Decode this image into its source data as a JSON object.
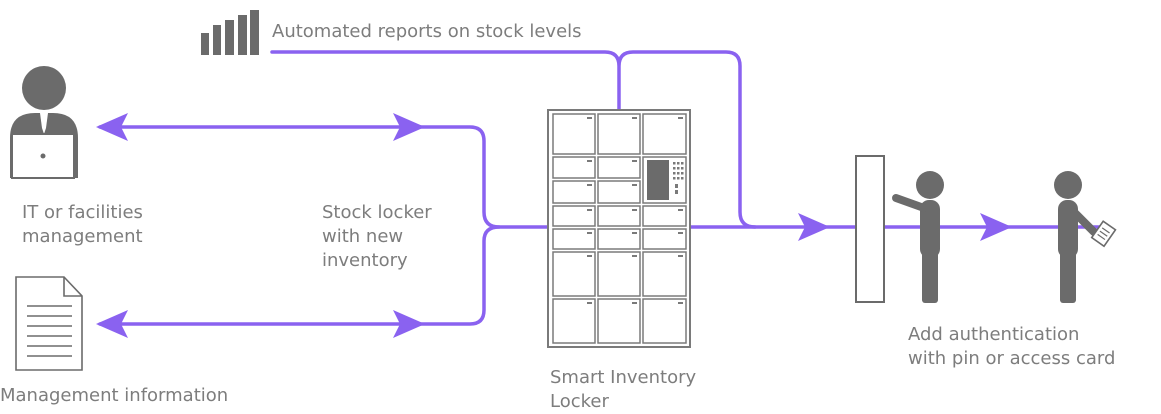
{
  "labels": {
    "reports": "Automated reports on stock levels",
    "it_mgmt": "IT or facilities\nmanagement",
    "stock_locker": "Stock locker\nwith new\ninventory",
    "management_info": "Management information",
    "smart_locker": "Smart Inventory\nLocker",
    "authentication": "Add authentication\nwith pin or access card"
  },
  "icons": {
    "reports": "bar-chart-icon",
    "it_mgmt": "person-with-laptop-icon",
    "management_info": "document-icon",
    "smart_locker": "locker-icon",
    "gate": "access-gate-icon",
    "person_authenticating": "person-icon",
    "person_with_card": "person-with-card-icon"
  },
  "colors": {
    "flow_line": "#8a62f0",
    "icon_gray": "#6b6b6b",
    "text_gray": "#7d7d7d"
  }
}
